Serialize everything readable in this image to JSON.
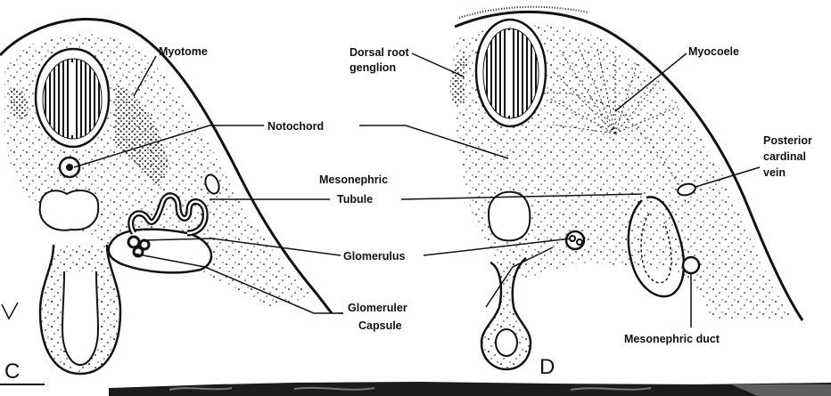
{
  "figure": {
    "panel_c": "C",
    "panel_d": "D"
  },
  "labels": {
    "myotome": "Myotome",
    "notochord": "Notochord",
    "mesonephric_tubule_1": "Mesonephric",
    "mesonephric_tubule_2": "Tubule",
    "glomerulus": "Glomerulus",
    "glomerular_capsule_1": "Glomeruler",
    "glomerular_capsule_2": "Capsule",
    "dorsal_root_ganglion_1": "Dorsal root",
    "dorsal_root_ganglion_2": "genglion",
    "myocoele": "Myocoele",
    "posterior_cardinal_vein_1": "Posterior",
    "posterior_cardinal_vein_2": "cardinal",
    "posterior_cardinal_vein_3": "vein",
    "mesonephric_duct": "Mesonephric duct"
  },
  "colors": {
    "ink": "#111111",
    "paper": "#ffffff"
  }
}
